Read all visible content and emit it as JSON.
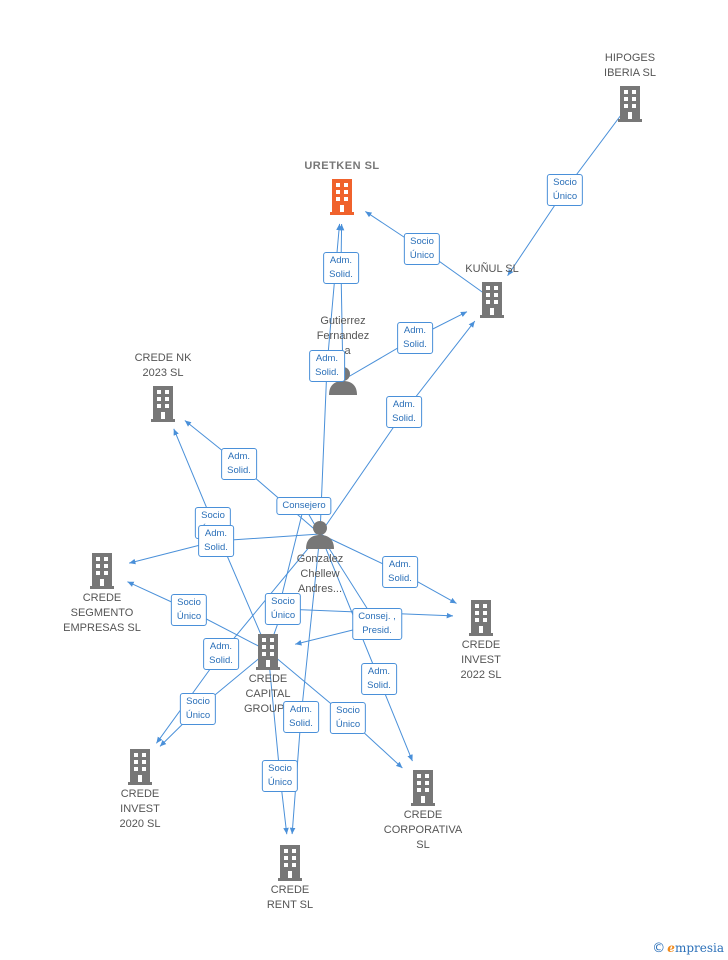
{
  "nodes": [
    {
      "id": "uretken",
      "type": "company",
      "label": "URETKEN SL",
      "highlight": true
    },
    {
      "id": "hipoges",
      "type": "company",
      "label": "HIPOGES\nIBERIA SL"
    },
    {
      "id": "kunul",
      "type": "company",
      "label": "KUÑUL SL"
    },
    {
      "id": "gutierrez",
      "type": "person",
      "label": "Gutierrez\nFernandez\n...a"
    },
    {
      "id": "credenk",
      "type": "company",
      "label": "CREDE NK\n2023 SL"
    },
    {
      "id": "gonzalez",
      "type": "person",
      "label": "Gonzalez\nChellew\nAndres..."
    },
    {
      "id": "segmento",
      "type": "company",
      "label": "CREDE\nSEGMENTO\nEMPRESAS SL"
    },
    {
      "id": "invest2022",
      "type": "company",
      "label": "CREDE\nINVEST\n2022 SL"
    },
    {
      "id": "capital",
      "type": "company",
      "label": "CREDE\nCAPITAL\nGROUP..."
    },
    {
      "id": "invest2020",
      "type": "company",
      "label": "CREDE\nINVEST\n2020 SL"
    },
    {
      "id": "corporativa",
      "type": "company",
      "label": "CREDE\nCORPORATIVA\nSL"
    },
    {
      "id": "rent",
      "type": "company",
      "label": "CREDE\nRENT SL"
    }
  ],
  "edges": [
    {
      "from": "hipoges",
      "to": "kunul",
      "label": "Socio\nÚnico"
    },
    {
      "from": "kunul",
      "to": "uretken",
      "label": "Socio\nÚnico"
    },
    {
      "from": "gutierrez",
      "to": "uretken",
      "label": "Adm.\nSolid."
    },
    {
      "from": "gutierrez",
      "to": "kunul",
      "label": "Adm.\nSolid."
    },
    {
      "from": "gonzalez",
      "to": "uretken",
      "label": "Adm.\nSolid."
    },
    {
      "from": "gonzalez",
      "to": "kunul",
      "label": "Adm.\nSolid."
    },
    {
      "from": "gonzalez",
      "to": "credenk",
      "label": "Adm.\nSolid."
    },
    {
      "from": "gonzalez",
      "to": "capital",
      "label": "Consejero"
    },
    {
      "from": "capital",
      "to": "credenk",
      "label": "Socio\nÚnico"
    },
    {
      "from": "gonzalez",
      "to": "segmento",
      "label": "Adm.\nSolid."
    },
    {
      "from": "capital",
      "to": "segmento",
      "label": "Socio\nÚnico"
    },
    {
      "from": "gonzalez",
      "to": "invest2022",
      "label": "Adm.\nSolid."
    },
    {
      "from": "capital",
      "to": "invest2022",
      "label": "Socio\nÚnico"
    },
    {
      "from": "gonzalez",
      "to": "capital",
      "label": "Consej. ,\nPresid."
    },
    {
      "from": "gonzalez",
      "to": "invest2020",
      "label": "Adm.\nSolid."
    },
    {
      "from": "capital",
      "to": "invest2020",
      "label": "Socio\nÚnico"
    },
    {
      "from": "gonzalez",
      "to": "corporativa",
      "label": "Adm.\nSolid."
    },
    {
      "from": "capital",
      "to": "corporativa",
      "label": "Socio\nÚnico"
    },
    {
      "from": "gonzalez",
      "to": "rent",
      "label": "Adm.\nSolid."
    },
    {
      "from": "capital",
      "to": "rent",
      "label": "Socio\nÚnico"
    }
  ],
  "colors": {
    "edge": "#4a90d9",
    "company": "#777777",
    "highlight": "#f0622c",
    "person": "#777777"
  },
  "footer": {
    "copyright": "©",
    "brand_initial": "e",
    "brand_rest": "mpresia"
  }
}
